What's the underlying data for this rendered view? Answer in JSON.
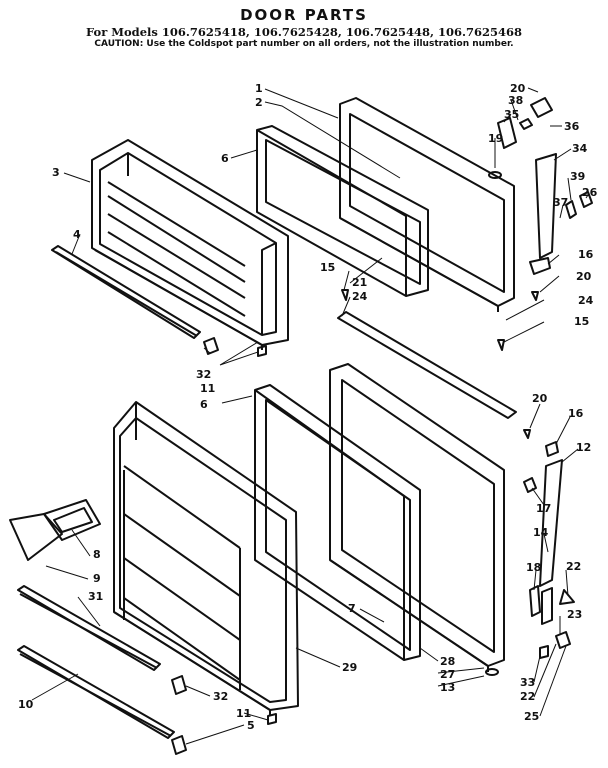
{
  "title": "DOOR PARTS",
  "models_line": "For Models 106.7625418, 106.7625428, 106.7625448, 106.7625468",
  "caution_line": "CAUTION: Use the Coldspot part number on all orders, not the illustration number.",
  "callouts": {
    "c1": "1",
    "c2": "2",
    "c3": "3",
    "c4": "4",
    "c6a": "6",
    "c32a": "32",
    "c11a": "11",
    "c15a": "15",
    "c21": "21",
    "c24a": "24",
    "c20a": "20",
    "c38": "38",
    "c35": "35",
    "c36": "36",
    "c19": "19",
    "c34": "34",
    "c39": "39",
    "c26": "26",
    "c37": "37",
    "c16a": "16",
    "c20b": "20",
    "c24b": "24",
    "c15b": "15",
    "c6b": "6",
    "c8": "8",
    "c9": "9",
    "c31": "31",
    "c10": "10",
    "c32b": "32",
    "c11b": "11",
    "c5": "5",
    "c29": "29",
    "c7": "7",
    "c28": "28",
    "c27": "27",
    "c13": "13",
    "c20c": "20",
    "c16b": "16",
    "c12": "12",
    "c17": "17",
    "c14": "14",
    "c18": "18",
    "c22a": "22",
    "c23": "23",
    "c33": "33",
    "c22b": "22",
    "c25": "25"
  }
}
